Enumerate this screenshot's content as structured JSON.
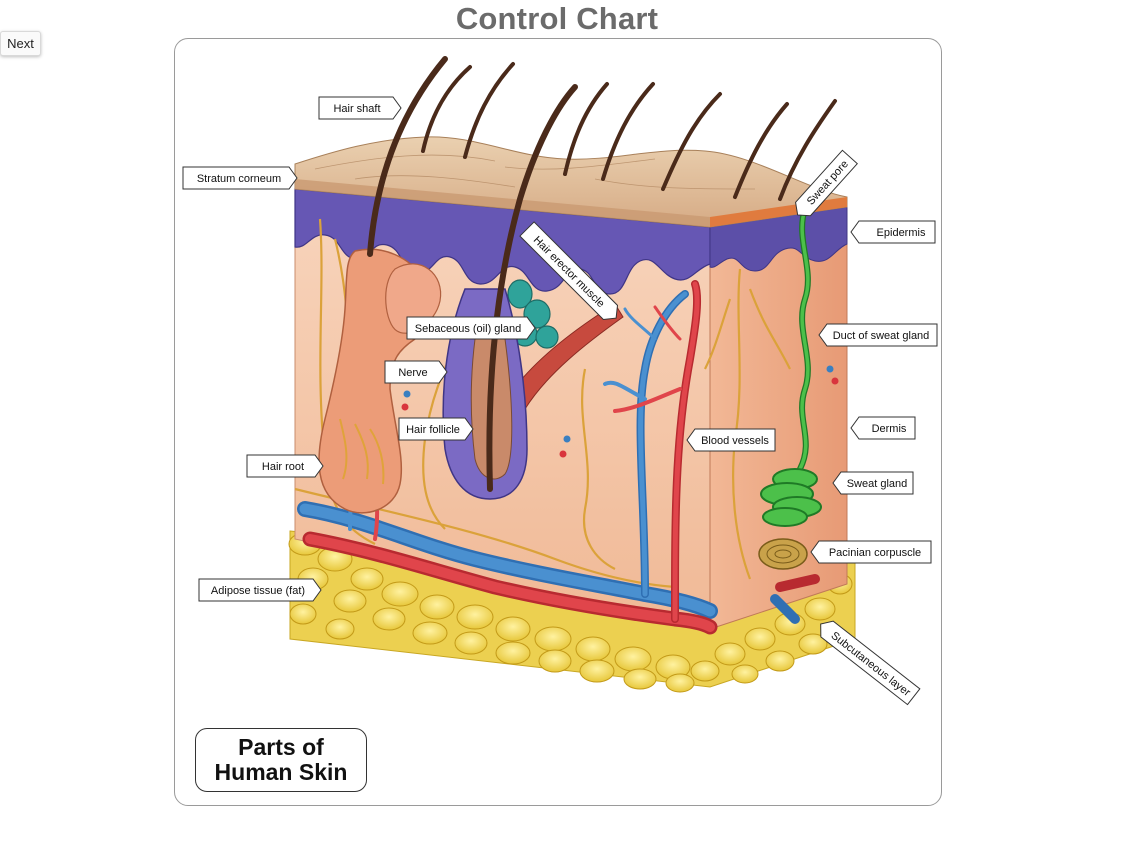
{
  "page": {
    "title": "Control Chart"
  },
  "nav": {
    "next_label": "Next"
  },
  "caption": {
    "line1": "Parts of",
    "line2": "Human Skin"
  },
  "labels": {
    "hair_shaft": "Hair shaft",
    "stratum_corneum": "Stratum corneum",
    "sweat_pore": "Sweat pore",
    "epidermis": "Epidermis",
    "hair_erector_muscle": "Hair erector muscle",
    "sebaceous_gland": "Sebaceous (oil) gland",
    "duct_of_sweat_gland": "Duct of sweat gland",
    "nerve": "Nerve",
    "dermis": "Dermis",
    "hair_follicle": "Hair follicle",
    "blood_vessels": "Blood vessels",
    "hair_root": "Hair root",
    "sweat_gland": "Sweat gland",
    "pacinian_corpuscle": "Pacinian corpuscle",
    "adipose_tissue": "Adipose tissue (fat)",
    "subcutaneous_layer": "Subcutaneous layer"
  },
  "colors": {
    "skin": "#f6c9ad",
    "skin_dark": "#e8a987",
    "epidermis": "#6a5cb0",
    "stratum": "#e6c3a3",
    "hair": "#4a2a1a",
    "artery": "#d9353d",
    "vein": "#3a7fc0",
    "nerve": "#e0a030",
    "fat": "#f1d84a",
    "sweat_gland": "#3fae3a",
    "sebaceous": "#2fa39a"
  }
}
